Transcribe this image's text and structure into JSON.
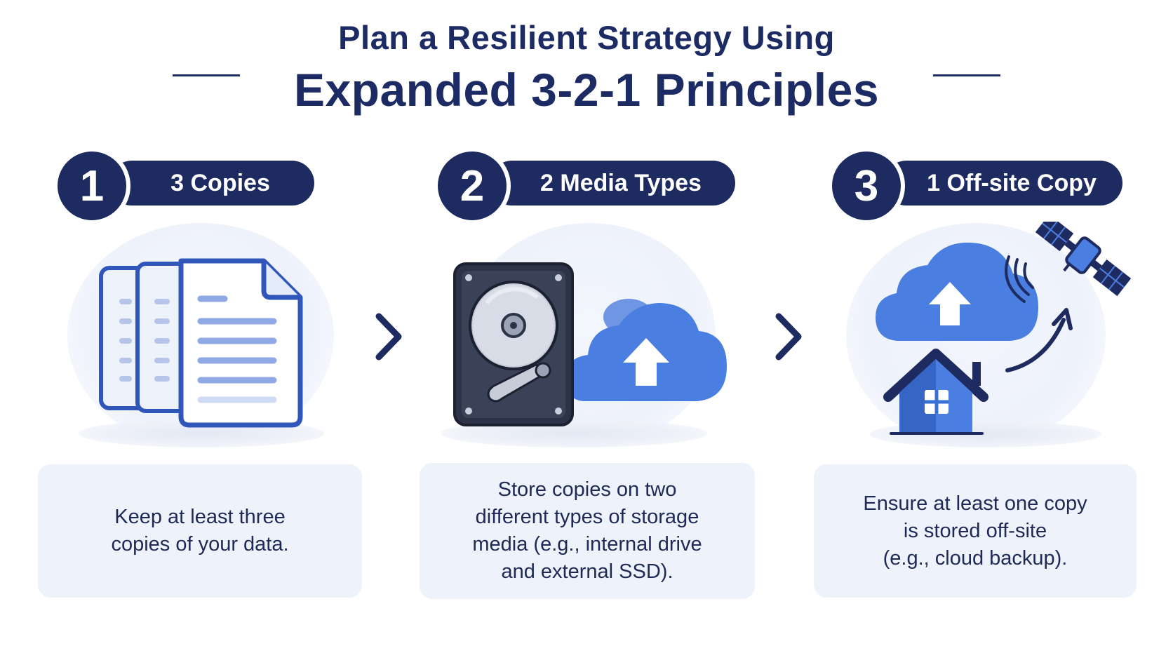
{
  "title": {
    "line1": "Plan a Resilient Strategy Using",
    "line2": "Expanded 3-2-1 Principles"
  },
  "colors": {
    "navy": "#1e2b60",
    "accent_blue": "#4a7ee0",
    "card_bg": "#eef2fb"
  },
  "steps": [
    {
      "number": "1",
      "label": "3 Copies",
      "icon": "documents-stack-icon",
      "description": [
        "Keep at least three",
        "copies of your data."
      ]
    },
    {
      "number": "2",
      "label": "2 Media Types",
      "icon": "hard-drive-and-cloud-icon",
      "description": [
        "Store copies on two",
        "different types of storage",
        "media (e.g., internal drive",
        "and external SSD)."
      ]
    },
    {
      "number": "3",
      "label": "1 Off-site Copy",
      "icon": "house-cloud-satellite-icon",
      "description": [
        "Ensure at least one copy",
        "is stored off-site",
        "(e.g., cloud backup)."
      ]
    }
  ]
}
